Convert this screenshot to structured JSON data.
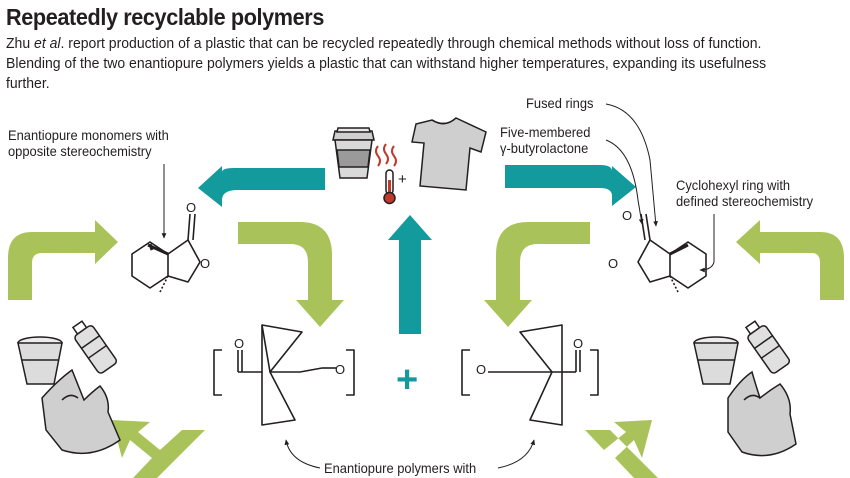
{
  "title": "Repeatedly recyclable polymers",
  "intro": {
    "before": "Zhu ",
    "italic": "et al",
    "after": ". report production of a plastic that can be recycled repeatedly through chemical methods without loss of function. Blending of the two enantiopure polymers yields a plastic that can withstand higher temperatures, expanding its usefulness further."
  },
  "labels": {
    "monomers": [
      "Enantiopure monomers with",
      "opposite stereochemistry"
    ],
    "fused_rings": "Fused rings",
    "lactone": [
      "Five-membered",
      "γ-butyrolactone"
    ],
    "cyclohexyl": [
      "Cyclohexyl ring with",
      "defined stereochemistry"
    ],
    "polymers": "Enantiopure polymers with",
    "plus": "+",
    "thermo_plus": "+"
  },
  "atoms": {
    "oxygen": "O"
  },
  "colors": {
    "teal": "#139a9c",
    "green": "#a9c35a",
    "ink": "#231f20",
    "heat": "#c0392b",
    "gray": "#cfcfcf"
  },
  "icons": [
    "coffee-cup-icon",
    "thermometer-icon",
    "t-shirt-icon",
    "plastic-cup-icon",
    "bottle-icon",
    "plastic-bag-icon"
  ]
}
